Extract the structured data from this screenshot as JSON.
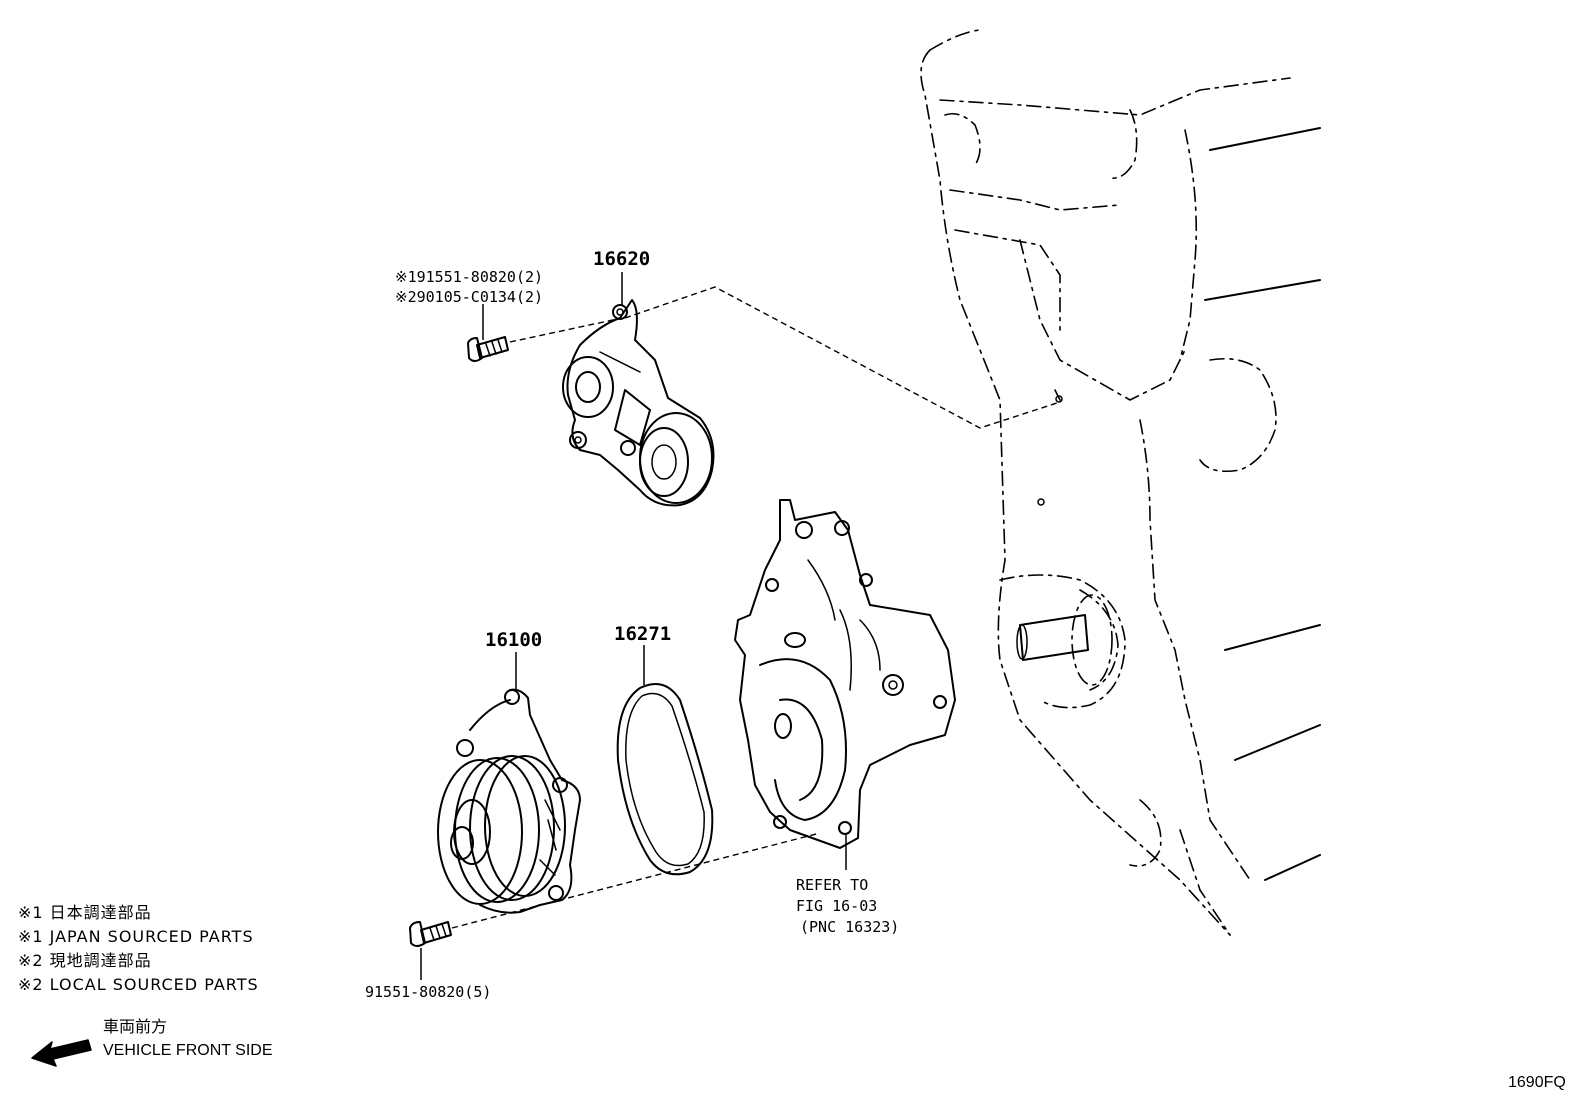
{
  "callouts": {
    "tensioner": "16620",
    "bolt_note_1": "※191551-80820(2)",
    "bolt_note_2": "※290105-C0134(2)",
    "water_pump": "16100",
    "gasket": "16271",
    "pump_bolt": "91551-80820(5)",
    "refer_line1": "REFER TO",
    "refer_line2": "FIG 16-03",
    "refer_line3": "(PNC 16323)"
  },
  "legend": {
    "note1_jp": "※1 日本調達部品",
    "note1_en": "※1 JAPAN SOURCED PARTS",
    "note2_jp": "※2 現地調達部品",
    "note2_en": "※2 LOCAL SOURCED PARTS"
  },
  "direction": {
    "label_jp": "車両前方",
    "label_en": "VEHICLE FRONT SIDE",
    "icon": "arrow-left-icon"
  },
  "figure_id": "1690FQ"
}
